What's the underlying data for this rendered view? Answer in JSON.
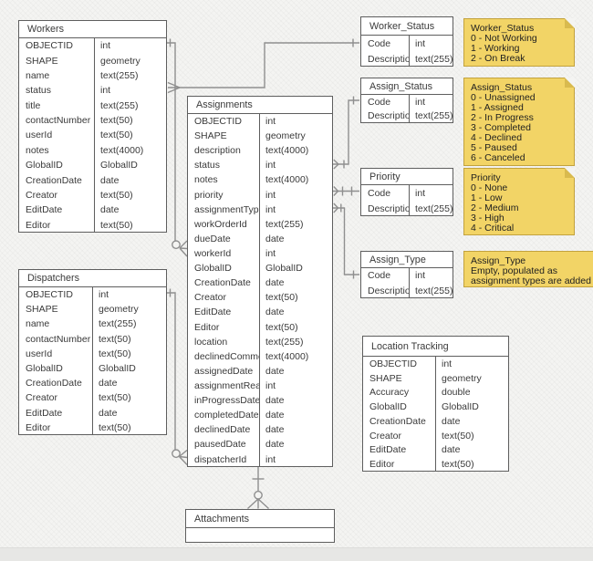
{
  "diagram": {
    "tables": [
      {
        "id": "workers",
        "title": "Workers",
        "fields": [
          {
            "name": "OBJECTID",
            "type": "int"
          },
          {
            "name": "SHAPE",
            "type": "geometry"
          },
          {
            "name": "name",
            "type": "text(255)"
          },
          {
            "name": "status",
            "type": "int"
          },
          {
            "name": "title",
            "type": "text(255)"
          },
          {
            "name": "contactNumber",
            "type": "text(50)"
          },
          {
            "name": "userId",
            "type": "text(50)"
          },
          {
            "name": "notes",
            "type": "text(4000)"
          },
          {
            "name": "GlobalID",
            "type": "GlobalID"
          },
          {
            "name": "CreationDate",
            "type": "date"
          },
          {
            "name": "Creator",
            "type": "text(50)"
          },
          {
            "name": "EditDate",
            "type": "date"
          },
          {
            "name": "Editor",
            "type": "text(50)"
          }
        ]
      },
      {
        "id": "dispatchers",
        "title": "Dispatchers",
        "fields": [
          {
            "name": "OBJECTID",
            "type": "int"
          },
          {
            "name": "SHAPE",
            "type": "geometry"
          },
          {
            "name": "name",
            "type": "text(255)"
          },
          {
            "name": "contactNumber",
            "type": "text(50)"
          },
          {
            "name": "userId",
            "type": "text(50)"
          },
          {
            "name": "GlobalID",
            "type": "GlobalID"
          },
          {
            "name": "CreationDate",
            "type": "date"
          },
          {
            "name": "Creator",
            "type": "text(50)"
          },
          {
            "name": "EditDate",
            "type": "date"
          },
          {
            "name": "Editor",
            "type": "text(50)"
          }
        ]
      },
      {
        "id": "assignments",
        "title": "Assignments",
        "fields": [
          {
            "name": "OBJECTID",
            "type": "int"
          },
          {
            "name": "SHAPE",
            "type": "geometry"
          },
          {
            "name": "description",
            "type": "text(4000)"
          },
          {
            "name": "status",
            "type": "int"
          },
          {
            "name": "notes",
            "type": "text(4000)"
          },
          {
            "name": "priority",
            "type": "int"
          },
          {
            "name": "assignmentType",
            "type": "int"
          },
          {
            "name": "workOrderId",
            "type": "text(255)"
          },
          {
            "name": "dueDate",
            "type": "date"
          },
          {
            "name": "workerId",
            "type": "int"
          },
          {
            "name": "GlobalID",
            "type": "GlobalID"
          },
          {
            "name": "CreationDate",
            "type": "date"
          },
          {
            "name": "Creator",
            "type": "text(50)"
          },
          {
            "name": "EditDate",
            "type": "date"
          },
          {
            "name": "Editor",
            "type": "text(50)"
          },
          {
            "name": "location",
            "type": "text(255)"
          },
          {
            "name": "declinedComment",
            "type": "text(4000)"
          },
          {
            "name": "assignedDate",
            "type": "date"
          },
          {
            "name": "assignmentRead",
            "type": "int"
          },
          {
            "name": "inProgressDate",
            "type": "date"
          },
          {
            "name": "completedDate",
            "type": "date"
          },
          {
            "name": "declinedDate",
            "type": "date"
          },
          {
            "name": "pausedDate",
            "type": "date"
          },
          {
            "name": "dispatcherId",
            "type": "int"
          }
        ]
      },
      {
        "id": "worker_status",
        "title": "Worker_Status",
        "fields": [
          {
            "name": "Code",
            "type": "int"
          },
          {
            "name": "Description",
            "type": "text(255)"
          }
        ]
      },
      {
        "id": "assign_status",
        "title": "Assign_Status",
        "fields": [
          {
            "name": "Code",
            "type": "int"
          },
          {
            "name": "Description",
            "type": "text(255)"
          }
        ]
      },
      {
        "id": "priority",
        "title": "Priority",
        "fields": [
          {
            "name": "Code",
            "type": "int"
          },
          {
            "name": "Description",
            "type": "text(255)"
          }
        ]
      },
      {
        "id": "assign_type",
        "title": "Assign_Type",
        "fields": [
          {
            "name": "Code",
            "type": "int"
          },
          {
            "name": "Description",
            "type": "text(255)"
          }
        ]
      },
      {
        "id": "location_tracking",
        "title": "Location Tracking",
        "fields": [
          {
            "name": "OBJECTID",
            "type": "int"
          },
          {
            "name": "SHAPE",
            "type": "geometry"
          },
          {
            "name": "Accuracy",
            "type": "double"
          },
          {
            "name": "GlobalID",
            "type": "GlobalID"
          },
          {
            "name": "CreationDate",
            "type": "date"
          },
          {
            "name": "Creator",
            "type": "text(50)"
          },
          {
            "name": "EditDate",
            "type": "date"
          },
          {
            "name": "Editor",
            "type": "text(50)"
          }
        ]
      },
      {
        "id": "attachments",
        "title": "Attachments",
        "fields": []
      }
    ],
    "notes": [
      {
        "id": "note-worker-status",
        "lines": [
          "Worker_Status",
          "0 - Not Working",
          "1 - Working",
          "2 - On Break"
        ]
      },
      {
        "id": "note-assign-status",
        "lines": [
          "Assign_Status",
          "0 - Unassigned",
          "1 - Assigned",
          "2 - In Progress",
          "3 - Completed",
          "4 - Declined",
          "5 - Paused",
          "6 - Canceled"
        ]
      },
      {
        "id": "note-priority",
        "lines": [
          "Priority",
          "0 - None",
          "1 - Low",
          "2 - Medium",
          "3 - High",
          "4 - Critical"
        ]
      },
      {
        "id": "note-assign-type",
        "lines": [
          "Assign_Type",
          "Empty, populated as",
          "assignment types are added"
        ]
      }
    ],
    "relationships": [
      {
        "id": "rel-workers-workerid",
        "from": "Workers.OBJECTID",
        "to": "Assignments.workerId",
        "from_end": "one",
        "to_end": "zero-or-many"
      },
      {
        "id": "rel-dispatchers-dispatcherid",
        "from": "Dispatchers.OBJECTID",
        "to": "Assignments.dispatcherId",
        "from_end": "one",
        "to_end": "zero-or-many"
      },
      {
        "id": "rel-workers-workerstatus",
        "from": "Workers.status",
        "to": "Worker_Status.Code",
        "from_end": "many",
        "to_end": "one"
      },
      {
        "id": "rel-assignments-assignstatus",
        "from": "Assignments.status",
        "to": "Assign_Status.Code",
        "from_end": "many",
        "to_end": "one"
      },
      {
        "id": "rel-assignments-priority",
        "from": "Assignments.priority",
        "to": "Priority.Code",
        "from_end": "many",
        "to_end": "one"
      },
      {
        "id": "rel-assignments-assigntype",
        "from": "Assignments.assignmentType",
        "to": "Assign_Type.Code",
        "from_end": "many",
        "to_end": "one"
      },
      {
        "id": "rel-assignments-attachments",
        "from": "Assignments",
        "to": "Attachments",
        "from_end": "one",
        "to_end": "zero-or-many"
      }
    ],
    "colors": {
      "canvas_bg": "#f4f4f2",
      "table_border": "#5e5e5e",
      "table_fill": "#ffffff",
      "text": "#3a3a3a",
      "connector": "#8f8f8f",
      "note_fill": "#f2d466",
      "note_border": "#c2a23e",
      "note_fold": "#d9ba4e"
    }
  }
}
